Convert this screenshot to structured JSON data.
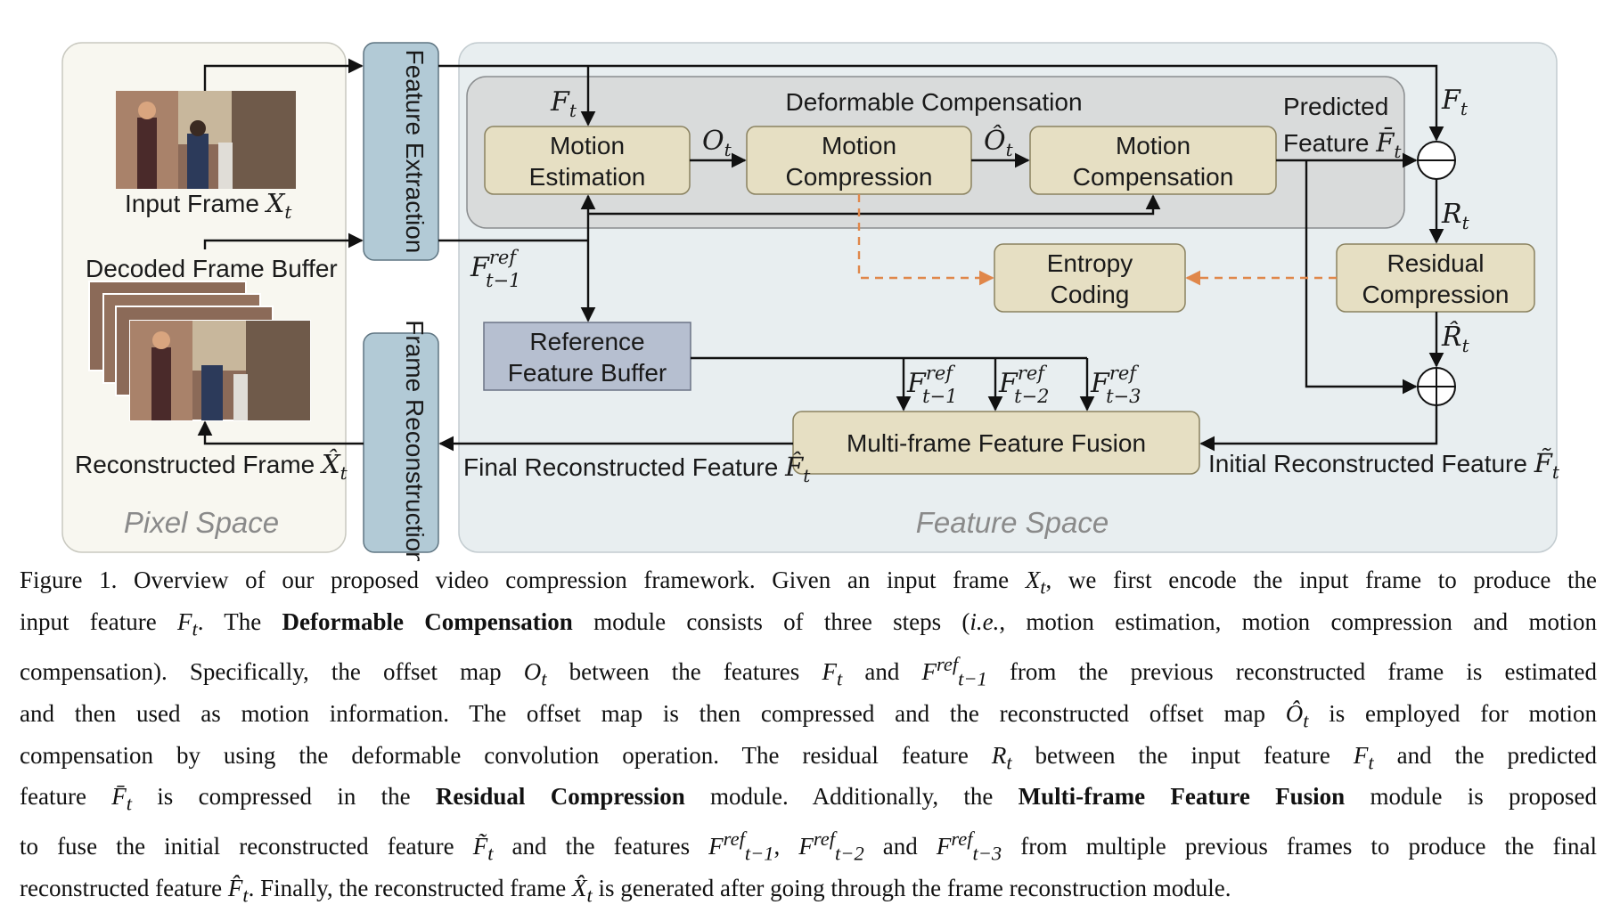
{
  "diagram": {
    "pixel_space_label": "Pixel Space",
    "feature_space_label": "Feature Space",
    "input_frame_label": "Input Frame ",
    "input_frame_math": "X",
    "input_frame_sub": "t",
    "decoded_buffer_label": "Decoded Frame Buffer",
    "reconstructed_frame_label": "Reconstructed Frame ",
    "reconstructed_frame_math": "X̂",
    "reconstructed_frame_sub": "t",
    "feature_extraction_label": "Feature Extraction",
    "frame_reconstruction_label": "Frame Reconstruction",
    "deformable_title": "Deformable Compensation",
    "motion_estimation": [
      "Motion",
      "Estimation"
    ],
    "motion_compression": [
      "Motion",
      "Compression"
    ],
    "motion_compensation": [
      "Motion",
      "Compensation"
    ],
    "entropy_coding": [
      "Entropy",
      "Coding"
    ],
    "residual_compression": [
      "Residual",
      "Compression"
    ],
    "reference_buffer": [
      "Reference",
      "Feature Buffer"
    ],
    "fusion": "Multi-frame Feature Fusion",
    "predicted_label_1": "Predicted",
    "predicted_label_2": "Feature ",
    "final_feature_label": "Final Reconstructed Feature ",
    "initial_feature_label": "Initial Reconstructed Feature ",
    "sym_F": "F",
    "sym_O": "O",
    "sym_O_hat": "Ô",
    "sym_R": "R",
    "sym_R_hat": "R̂",
    "sym_F_bar": "F̄",
    "sym_F_hat": "F̂",
    "sym_F_tilde": "F̃",
    "sub_t": "t",
    "sup_ref": "ref",
    "sub_t1": "t−1",
    "sub_t2": "t−2",
    "sub_t3": "t−3"
  },
  "caption": {
    "l1a": "Figure 1. Overview of our proposed video compression framework. Given an input frame ",
    "l1b": ", we first encode the input frame to produce the",
    "l2a": "input feature ",
    "l2b": ". The ",
    "l2bold": "Deformable Compensation",
    "l2c": " module consists of three steps (",
    "l2ital": "i.e.",
    "l2d": ", motion estimation, motion compression and motion",
    "l3a": "compensation).  Specifically, the offset map ",
    "l3b": " between the features ",
    "l3c": " and ",
    "l3d": " from the previous reconstructed frame is estimated",
    "l4a": "and then used as motion information.  The offset map is then compressed and the reconstructed offset map ",
    "l4b": " is employed for motion",
    "l5a": "compensation by using the deformable convolution operation.  The residual feature ",
    "l5b": " between the input feature ",
    "l5c": " and the predicted",
    "l6a": "feature ",
    "l6b": " is compressed in the ",
    "l6bold1": "Residual Compression",
    "l6c": " module.  Additionally, the ",
    "l6bold2": "Multi-frame Feature Fusion",
    "l6d": " module is proposed",
    "l7a": "to fuse the initial reconstructed feature ",
    "l7b": " and the features ",
    "l7c": " and ",
    "l7d": " from multiple previous frames to produce the final",
    "l8a": "reconstructed feature ",
    "l8b": ". Finally, the reconstructed frame ",
    "l8c": " is generated after going through the frame reconstruction module.",
    "m_X": "X",
    "m_X_hat": "X̂",
    "m_F": "F",
    "m_O": "O",
    "m_O_hat": "Ô",
    "m_R": "R",
    "m_F_bar": "F̄",
    "m_F_tilde": "F̃",
    "m_F_hat": "F̂",
    "m_t": "t",
    "m_ref": "ref",
    "m_t1": "t−1",
    "m_t2": "t−2",
    "m_t3": "t−3",
    "m_comma": ", "
  },
  "colors": {
    "pixel_space_bg": "#f8f7f0",
    "feature_space_bg": "#e8eef0",
    "deformable_bg": "#d9dbdb",
    "module_fill": "#e6dfc3",
    "blue_module": "#b2cad6",
    "buffer_fill": "#b6bfd0",
    "dashed_orange": "#e0874a"
  }
}
